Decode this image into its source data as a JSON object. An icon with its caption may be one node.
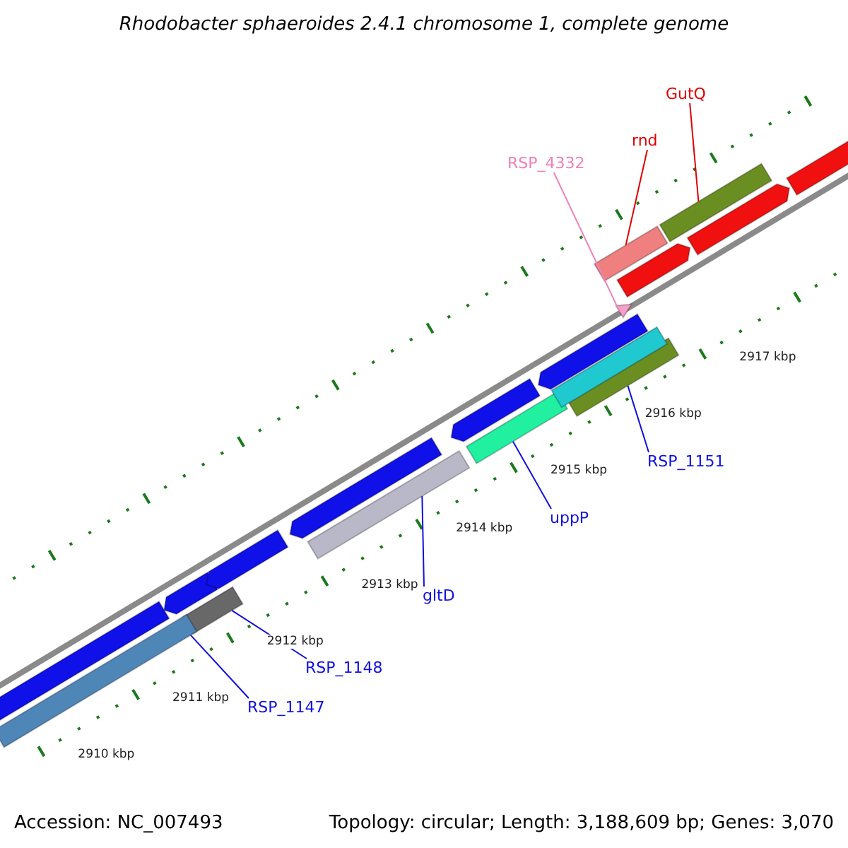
{
  "diagram": {
    "title": "Rhodobacter sphaeroides 2.4.1 chromosome 1, complete genome",
    "nodes": [
      {
        "text": [
          "GutQ"
        ]
      },
      {
        "text": [],
        "shape": "bar"
      },
      {
        "text": [
          "rnd"
        ]
      },
      {
        "text": [],
        "shape": "bar"
      },
      {
        "text": [
          "RSP_4332"
        ]
      },
      {
        "text": [],
        "shape": "triangle"
      },
      {
        "text": [
          "RSP_1151"
        ]
      },
      {
        "text": [],
        "shape": "bar"
      },
      {
        "text": [
          "uppP"
        ]
      },
      {
        "text": [],
        "shape": "bar"
      },
      {
        "text": [
          "gltD"
        ]
      },
      {
        "text": [],
        "shape": "bar"
      },
      {
        "text": [
          "RSP_1148"
        ]
      },
      {
        "text": [],
        "shape": "bar"
      },
      {
        "text": [
          "RSP_1147"
        ]
      },
      {
        "text": [],
        "shape": "bar"
      },
      {
        "text": [],
        "shape": "arrow"
      },
      {
        "text": [],
        "shape": "arrow"
      },
      {
        "text": [],
        "shape": "arrow"
      },
      {
        "text": [],
        "shape": "arrow"
      },
      {
        "text": [],
        "shape": "arrow"
      },
      {
        "text": [],
        "shape": "arrow"
      },
      {
        "text": [],
        "shape": "bar"
      },
      {
        "text": [],
        "shape": "arrow"
      },
      {
        "text": [],
        "shape": "arrow"
      },
      {
        "text": [],
        "shape": "arrow"
      }
    ],
    "edges": [
      {
        "from": 0,
        "to": 1,
        "arrow": "none",
        "color": "#e00000"
      },
      {
        "from": 2,
        "to": 3,
        "arrow": "none",
        "color": "#e00000"
      },
      {
        "from": 4,
        "to": 5,
        "arrow": "none",
        "color": "#f080b8"
      },
      {
        "from": 6,
        "to": 7,
        "arrow": "none"
      },
      {
        "from": 8,
        "to": 9,
        "arrow": "none"
      },
      {
        "from": 10,
        "to": 11,
        "arrow": "none"
      },
      {
        "from": 12,
        "to": 13,
        "arrow": "none"
      },
      {
        "from": 14,
        "to": 15,
        "arrow": "none"
      }
    ],
    "labels": [
      "2917 kbp",
      "2916 kbp",
      "2915 kbp",
      "2914 kbp",
      "2913 kbp",
      "2912 kbp",
      "2911 kbp",
      "2910 kbp",
      "Accession: NC_007493",
      "Topology: circular; Length: 3,188,609 bp; Genes: 3,070"
    ]
  }
}
